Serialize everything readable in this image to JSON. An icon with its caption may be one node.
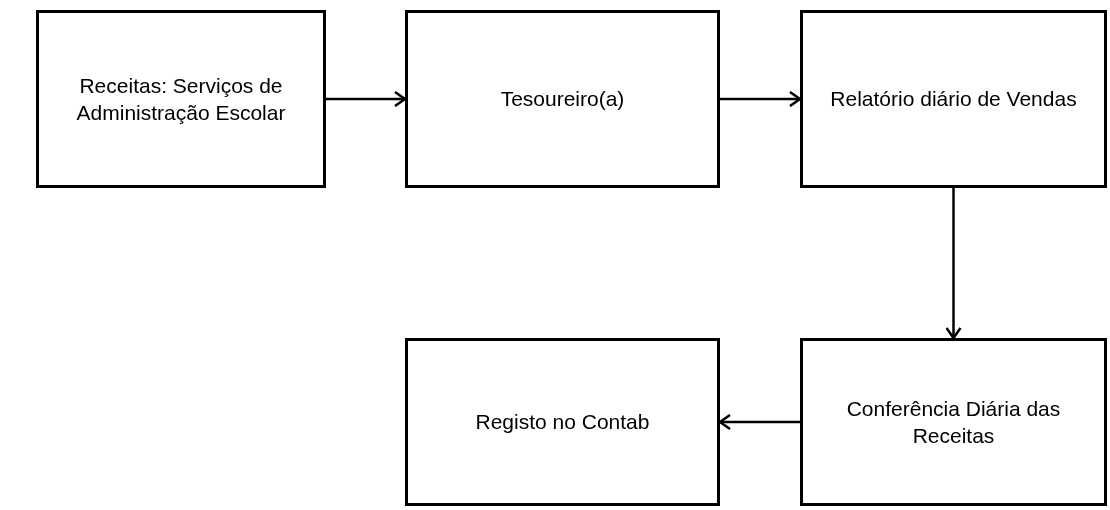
{
  "diagram": {
    "nodes": [
      {
        "text": [
          "Receitas: Serviços de Administração Escolar"
        ]
      },
      {
        "text": [
          "Tesoureiro(a)"
        ]
      },
      {
        "text": [
          "Relatório diário de Vendas"
        ]
      },
      {
        "text": [
          "Conferência Diária das Receitas"
        ]
      },
      {
        "text": [
          "Registo no Contab"
        ]
      }
    ],
    "edges": [
      {
        "from": 0,
        "to": 1,
        "arrow": "to"
      },
      {
        "from": 1,
        "to": 2,
        "arrow": "to"
      },
      {
        "from": 2,
        "to": 3,
        "arrow": "to"
      },
      {
        "from": 3,
        "to": 4,
        "arrow": "to"
      }
    ]
  }
}
